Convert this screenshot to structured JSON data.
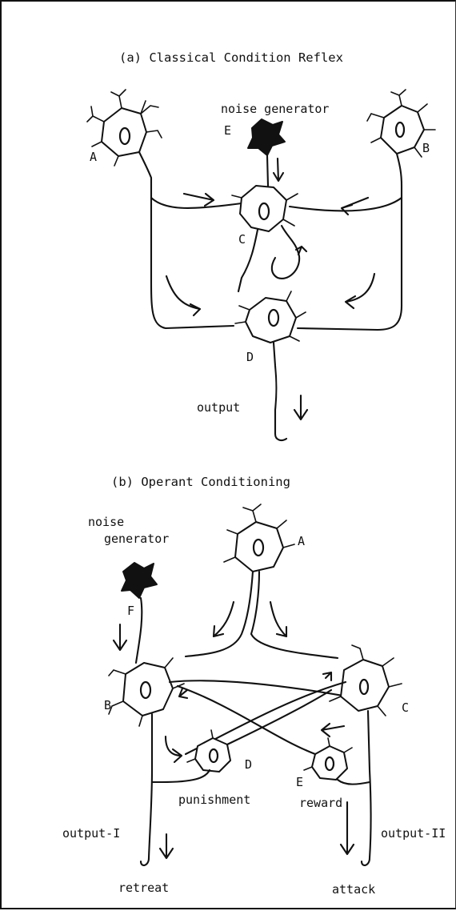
{
  "panel_a": {
    "title": "(a) Classical Condition Reflex",
    "noise_label": "noise generator",
    "neuron_labels": {
      "A": "A",
      "B": "B",
      "C": "C",
      "D": "D",
      "E": "E"
    },
    "output_label": "output"
  },
  "panel_b": {
    "title": "(b) Operant Conditioning",
    "noise_label_line1": "noise",
    "noise_label_line2": "generator",
    "neuron_labels": {
      "A": "A",
      "B": "B",
      "C": "C",
      "D": "D",
      "E": "E",
      "F": "F"
    },
    "punishment_label": "punishment",
    "reward_label": "reward",
    "output_left_label": "output-I",
    "output_right_label": "output-II",
    "retreat_label": "retreat",
    "attack_label": "attack"
  }
}
